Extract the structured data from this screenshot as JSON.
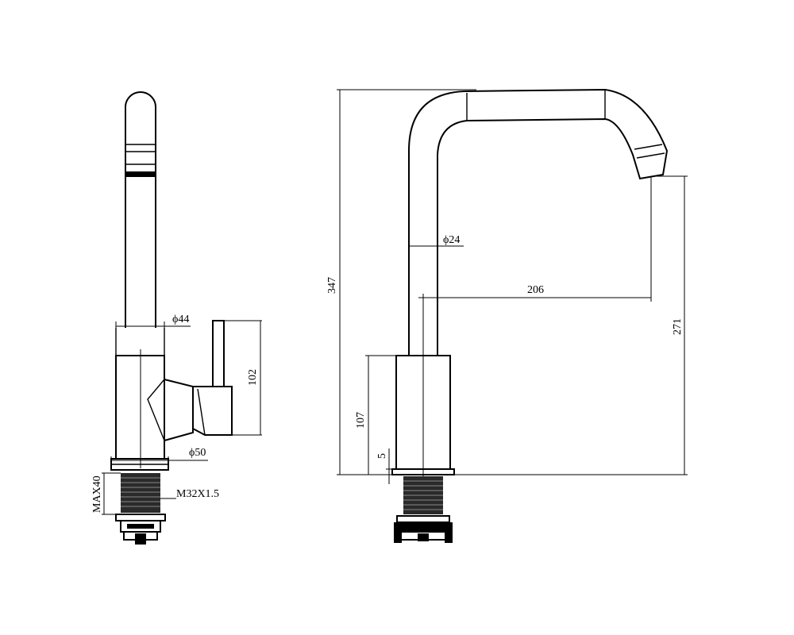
{
  "side_view": {
    "dims": {
      "body_diameter": "ϕ44",
      "handle_height": "102",
      "base_diameter": "ϕ50",
      "thread": "M32X1.5",
      "max_mount": "MAX40"
    }
  },
  "front_view": {
    "dims": {
      "total_height": "347",
      "spout_diameter": "ϕ24",
      "reach": "206",
      "outlet_height": "271",
      "body_height": "107",
      "base_thickness": "5"
    }
  }
}
